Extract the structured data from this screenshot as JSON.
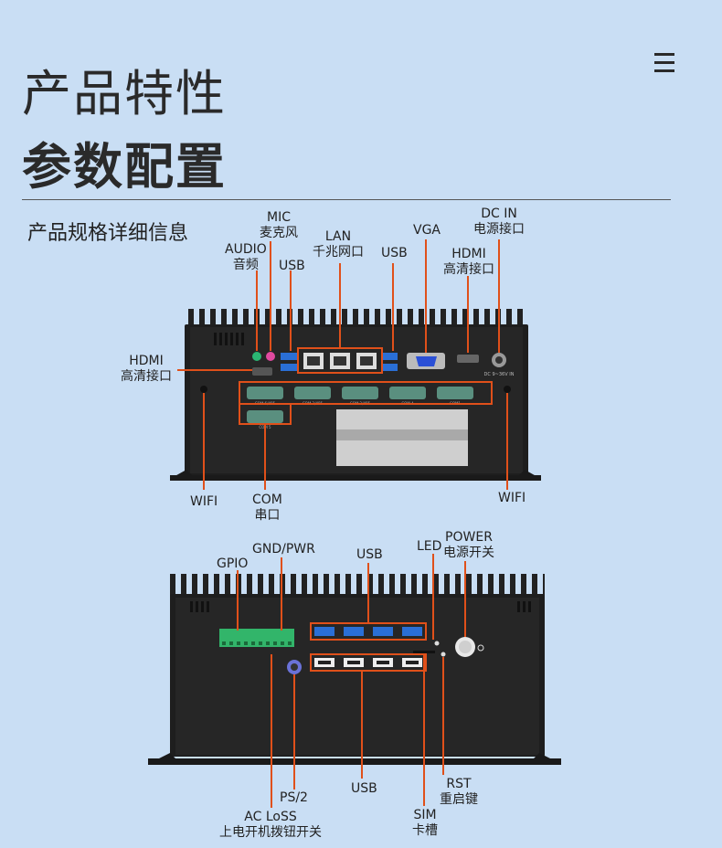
{
  "header": {
    "title_line1": "产品特性",
    "title_line2": "参数配置",
    "section_title": "产品规格详细信息"
  },
  "icons": {
    "menu": "hamburger-menu-icon"
  },
  "colors": {
    "background": "#c9def4",
    "callout": "#e0501a",
    "chassis": "#1c1c1c",
    "usb_port": "#2a6fd6"
  },
  "front_panel": {
    "labels": {
      "mic": [
        "MIC",
        "麦克风"
      ],
      "audio": [
        "AUDIO",
        "音频"
      ],
      "usb_left": [
        "USB"
      ],
      "lan": [
        "LAN",
        "千兆网口"
      ],
      "usb_right": [
        "USB"
      ],
      "vga": [
        "VGA"
      ],
      "dc_in": [
        "DC IN",
        "电源接口"
      ],
      "hdmi_right": [
        "HDMI",
        "高清接口"
      ],
      "hdmi_left": [
        "HDMI",
        "高清接口"
      ],
      "wifi_left": [
        "WIFI"
      ],
      "com": [
        "COM",
        "串口"
      ],
      "wifi_right": [
        "WIFI"
      ]
    },
    "silk": {
      "dc": "DC 9~36V IN",
      "com_1": "COM1",
      "com_2": "COM 2/485",
      "com_3": "COM 3/485",
      "com_4": "COM 4",
      "com_5": "COM 5",
      "com_6": "COM 6/485"
    }
  },
  "rear_panel": {
    "labels": {
      "gpio": [
        "GPIO"
      ],
      "gnd_pwr": [
        "GND/PWR"
      ],
      "usb_top": [
        "USB"
      ],
      "led": [
        "LED"
      ],
      "power": [
        "POWER",
        "电源开关"
      ],
      "ps2": [
        "PS/2"
      ],
      "usb_bottom": [
        "USB"
      ],
      "rst": [
        "RST",
        "重启键"
      ],
      "ac_loss": [
        "AC LoSS",
        "上电开机拨钮开关"
      ],
      "sim": [
        "SIM",
        "卡槽"
      ]
    }
  }
}
